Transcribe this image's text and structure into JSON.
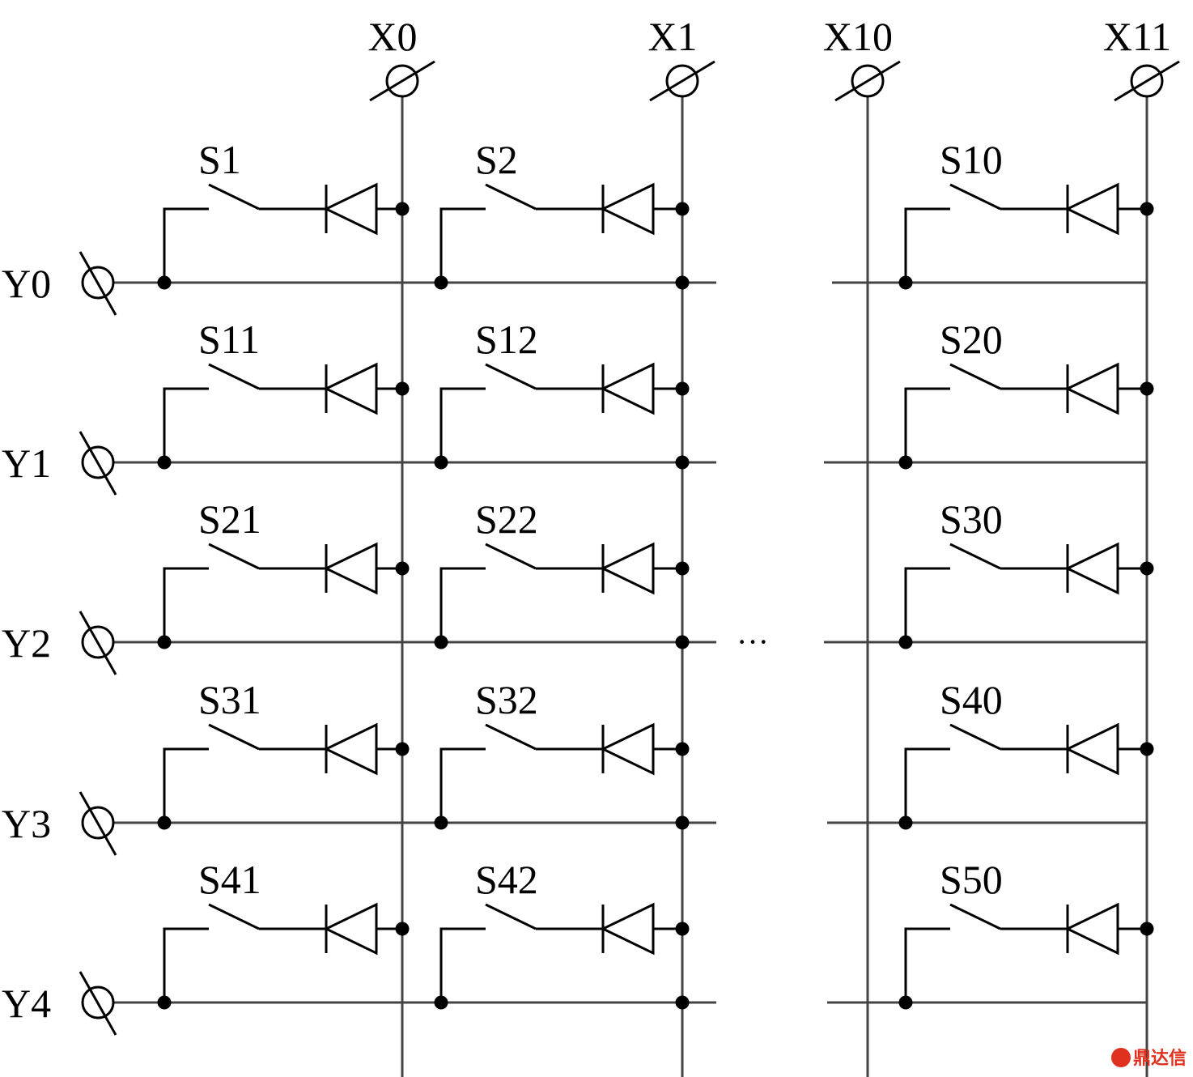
{
  "diagram": {
    "columns": [
      "X0",
      "X1",
      "X10",
      "X11"
    ],
    "rows": [
      "Y0",
      "Y1",
      "Y2",
      "Y3",
      "Y4"
    ],
    "switches": [
      [
        "S1",
        "S2",
        "S10"
      ],
      [
        "S11",
        "S12",
        "S20"
      ],
      [
        "S21",
        "S22",
        "S30"
      ],
      [
        "S31",
        "S32",
        "S40"
      ],
      [
        "S41",
        "S42",
        "S50"
      ]
    ],
    "ellipsis": "···"
  },
  "watermark": {
    "text": "鼎达信",
    "color": "#e0301e"
  }
}
